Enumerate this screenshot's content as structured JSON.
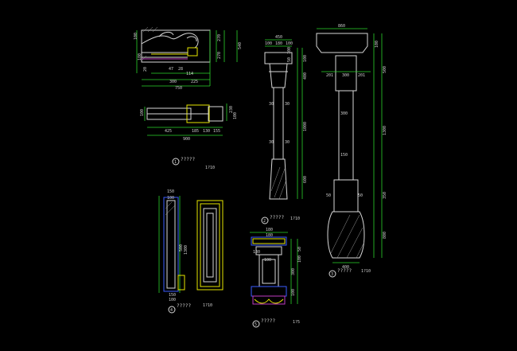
{
  "colors": {
    "background": "#000000",
    "outline": "#d8d8d8",
    "dimension": "#2bd42b",
    "highlight": "#e6e600",
    "blue": "#3a5bff",
    "magenta": "#c03cc0"
  },
  "detail1": {
    "dims_top": [
      "750",
      "300",
      "225",
      "47",
      "28",
      "114"
    ],
    "dims_right": [
      "270",
      "540",
      "270"
    ],
    "dims_left": [
      "100",
      "180",
      "20"
    ],
    "elevation_dims": [
      "425",
      "185",
      "130",
      "155",
      "900",
      "230",
      "100",
      "100"
    ],
    "marker": "1",
    "caption": "?????",
    "scale": "1?10"
  },
  "detail2": {
    "dims_top": [
      "450",
      "100",
      "180",
      "100"
    ],
    "dims_right": [
      "100",
      "400",
      "1000",
      "600"
    ],
    "dims_left": [
      "30",
      "30",
      "30",
      "30"
    ],
    "dims_mid": [
      "100",
      "50"
    ],
    "marker": "2",
    "caption": "?????",
    "scale": "1?10"
  },
  "detail3": {
    "dims_top": [
      "860",
      "201",
      "300",
      "201"
    ],
    "dims_right": [
      "100",
      "500",
      "1300",
      "350",
      "800"
    ],
    "dims_mid": [
      "300",
      "150",
      "50",
      "50"
    ],
    "dims_bottom": [
      "400"
    ],
    "marker": "3",
    "caption": "?????",
    "scale": "1?10"
  },
  "detail4": {
    "dims": [
      "150",
      "100",
      "500",
      "1300",
      "150",
      "100"
    ],
    "marker": "4",
    "caption": "?????",
    "scale": "1?10"
  },
  "detail5": {
    "dims": [
      "180",
      "180",
      "130",
      "100",
      "50",
      "100",
      "300",
      "100"
    ],
    "marker": "5",
    "caption": "?????",
    "scale": "1?5"
  }
}
